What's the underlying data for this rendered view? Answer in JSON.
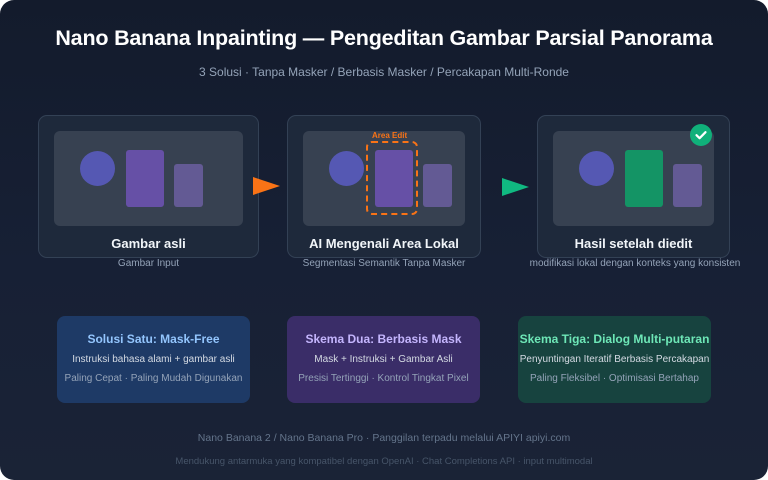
{
  "header": {
    "title": "Nano Banana Inpainting — Pengeditan Gambar Parsial Panorama",
    "subtitle": "3 Solusi · Tanpa Masker / Berbasis Masker / Percakapan Multi-Ronde"
  },
  "flow": [
    {
      "label": "Gambar asli",
      "caption": "Gambar Input",
      "highlight_color": "#6650a6"
    },
    {
      "label": "AI Mengenali Area Lokal",
      "caption": "Segmentasi Semantik Tanpa Masker",
      "edit_area_label": "Area Edit",
      "edit_color": "#f97316"
    },
    {
      "label": "Hasil setelah diedit",
      "caption": "modifikasi lokal dengan konteks yang konsisten",
      "highlight_color": "#149465",
      "status_icon": "check-circle-icon"
    }
  ],
  "arrows": [
    {
      "icon": "arrow-right-icon",
      "color": "#f97316"
    },
    {
      "icon": "arrow-right-icon",
      "color": "#10b981"
    }
  ],
  "schemes": [
    {
      "title": "Solusi Satu: Mask-Free",
      "desc": "Instruksi bahasa alami + gambar asli",
      "tags": "Paling Cepat · Paling Mudah Digunakan",
      "accent": "#93c5fd"
    },
    {
      "title": "Skema Dua: Berbasis Mask",
      "desc": "Mask + Instruksi + Gambar Asli",
      "tags": "Presisi Tertinggi · Kontrol Tingkat Pixel",
      "accent": "#c4b5fd"
    },
    {
      "title": "Skema Tiga: Dialog Multi-putaran",
      "desc": "Penyuntingan Iteratif Berbasis Percakapan",
      "tags": "Paling Fleksibel · Optimisasi Bertahap",
      "accent": "#6ee7b7"
    }
  ],
  "footer": {
    "line1": "Nano Banana 2 / Nano Banana Pro · Panggilan terpadu melalui APIYI apiyi.com",
    "line2": "Mendukung antarmuka yang kompatibel dengan OpenAI · Chat Completions API · input multimodal"
  }
}
